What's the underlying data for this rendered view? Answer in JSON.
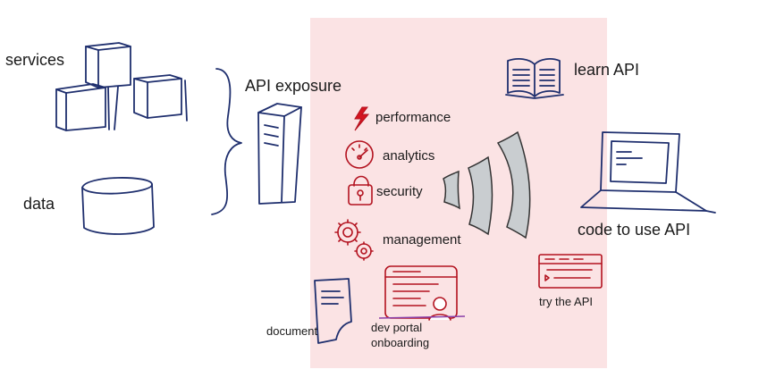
{
  "labels": {
    "services": "services",
    "data": "data",
    "api_exposure": "API exposure",
    "performance": "performance",
    "analytics": "analytics",
    "security": "security",
    "management": "management",
    "learn_api": "learn API",
    "code_to_use_api": "code to use API",
    "try_the_api": "try the API",
    "document": "document",
    "dev_portal": "dev portal",
    "onboarding": "onboarding"
  },
  "icons": {
    "lightning": "lightning-icon",
    "gauge": "gauge-icon",
    "padlock": "padlock-icon",
    "gears": "gears-icon",
    "book": "open-book-icon",
    "laptop": "laptop-icon",
    "signal": "signal-waves-icon",
    "browser": "browser-window-icon",
    "doc": "document-icon",
    "portal": "dev-portal-icon",
    "server": "server-icon",
    "cubes": "cubes-icon",
    "database": "database-icon",
    "brace": "curly-brace-icon"
  },
  "colors": {
    "zone_fill": "#fbe3e4",
    "ink_blue": "#1f2f6e",
    "ink_red": "#b3121f",
    "wave_grey": "#c9cdd0"
  }
}
